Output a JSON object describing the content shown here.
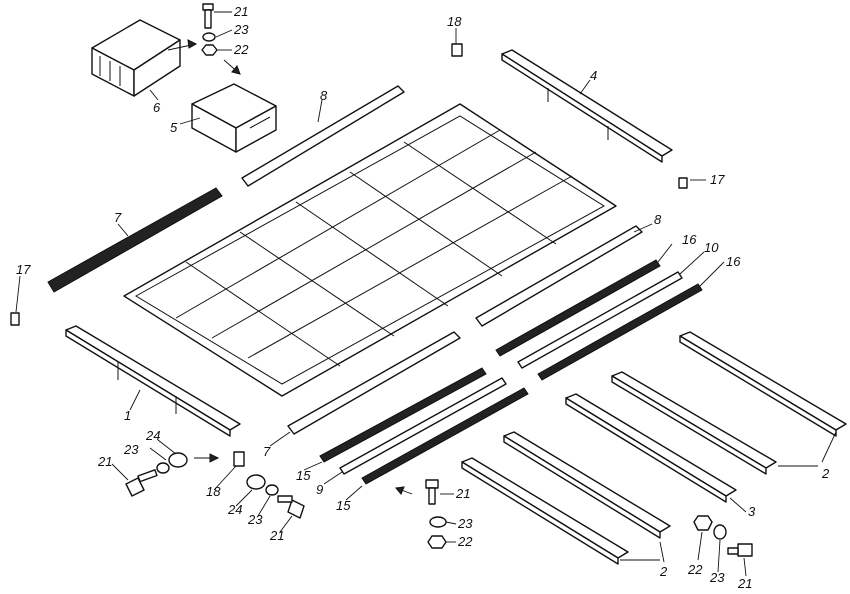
{
  "diagram": {
    "labels": [
      "21",
      "23",
      "22",
      "18",
      "4",
      "6",
      "5",
      "8",
      "17",
      "7",
      "17",
      "8",
      "16",
      "10",
      "16",
      "1",
      "2",
      "7",
      "24",
      "23",
      "21",
      "15",
      "9",
      "15",
      "21",
      "18",
      "24",
      "23",
      "21",
      "3",
      "21",
      "23",
      "22",
      "2",
      "22",
      "23",
      "21"
    ]
  }
}
